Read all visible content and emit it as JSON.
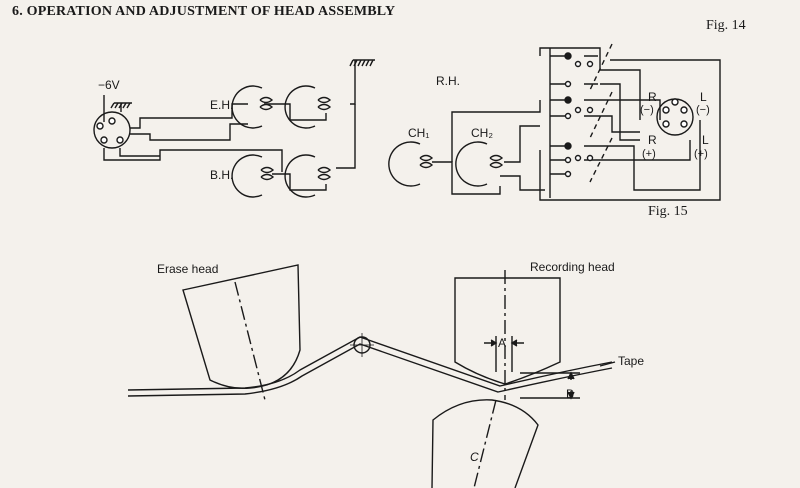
{
  "page": {
    "heading": "6.  OPERATION AND ADJUSTMENT OF HEAD ASSEMBLY",
    "fig14_label": "Fig.  14",
    "fig15_label": "Fig.  15"
  },
  "fig14": {
    "neg6v_label": "−6V",
    "eh_label": "E.H.",
    "bh_label": "B.H.",
    "rh_label": "R.H.",
    "ch1_label": "CH₁",
    "ch2_label": "CH₂",
    "r_minus_label": "R",
    "r_minus_sign": "(−)",
    "r_plus_label": "R",
    "r_plus_sign": "(+)",
    "l_minus_label": "L",
    "l_minus_sign": "(−)",
    "l_plus_label": "L",
    "l_plus_sign": "(+)"
  },
  "fig15": {
    "erase_head_label": "Erase head",
    "recording_head_label": "Recording head",
    "tape_label": "Tape",
    "dim_a_label": "A",
    "dim_b_label": "B",
    "dim_c_label": "C"
  }
}
